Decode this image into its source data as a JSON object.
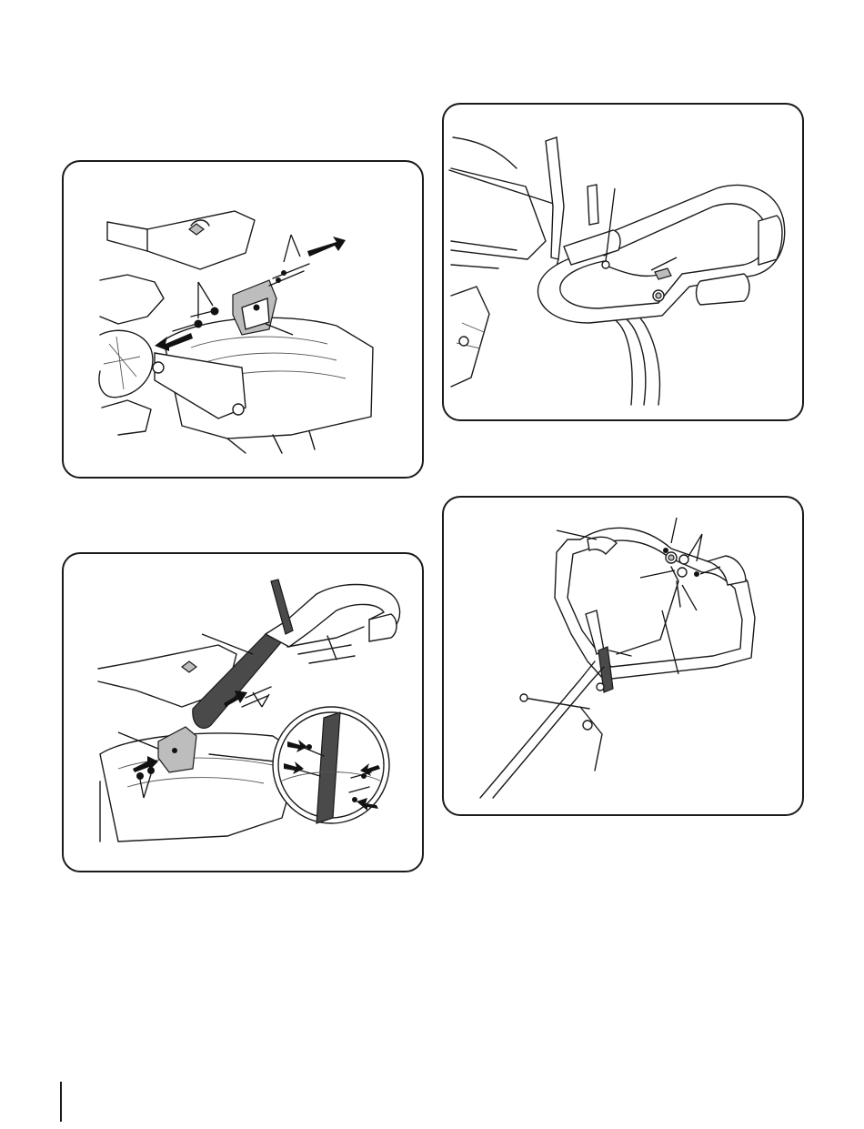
{
  "figures": [
    {
      "id": "figure-1",
      "subject": "handle-bracket-hardware-removal"
    },
    {
      "id": "figure-2",
      "subject": "handle-assembly-attached"
    },
    {
      "id": "figure-3",
      "subject": "handle-mounted-to-bracket"
    },
    {
      "id": "figure-4",
      "subject": "cable-connection-top-view"
    }
  ]
}
